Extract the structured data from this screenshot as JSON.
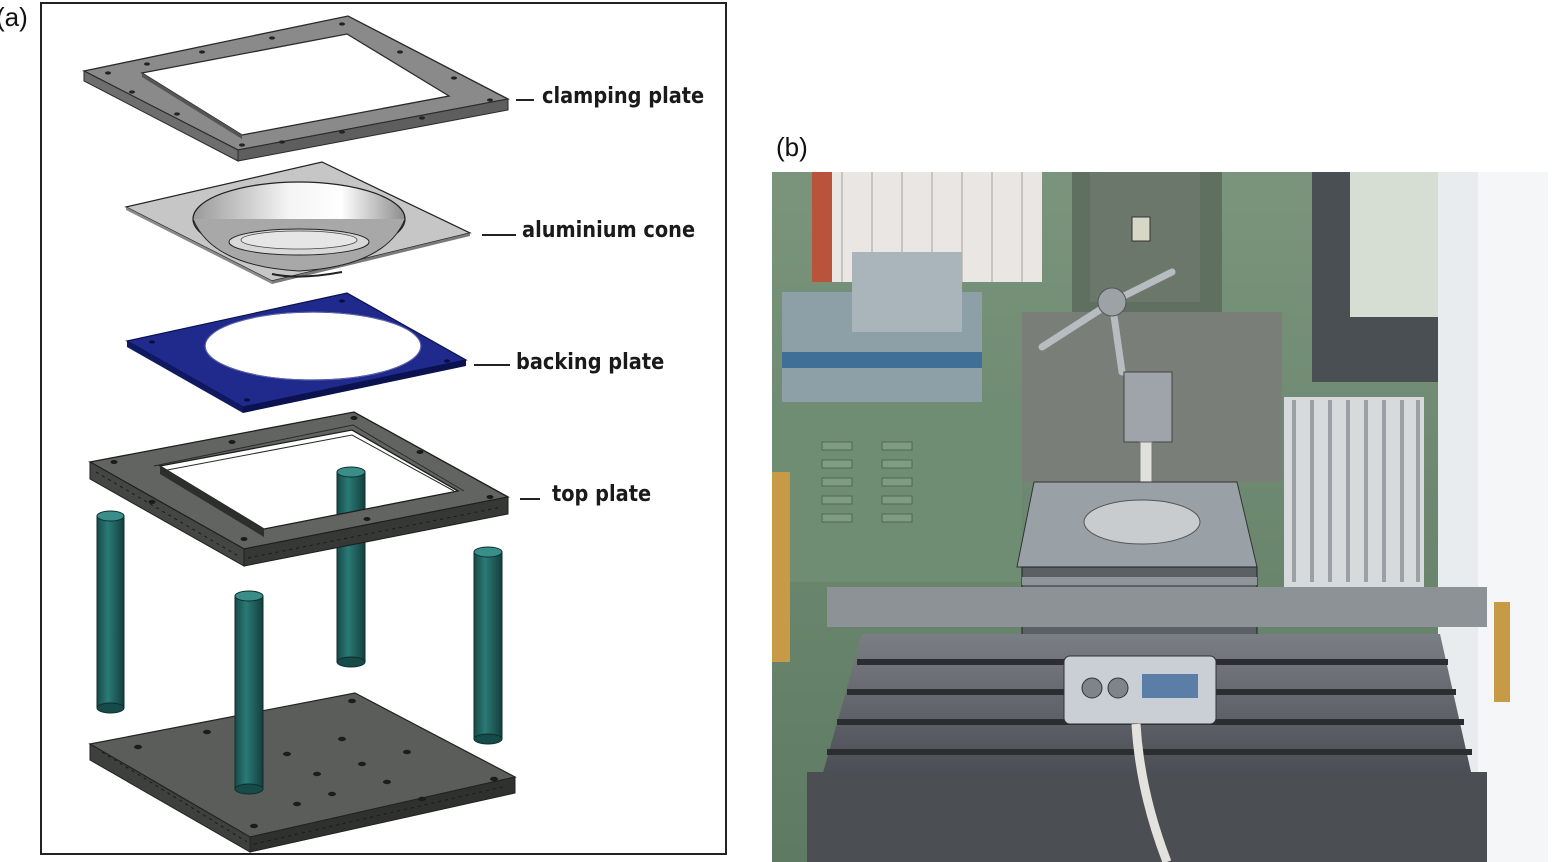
{
  "panels": {
    "a": {
      "letter": "(a)"
    },
    "b": {
      "letter": "(b)"
    }
  },
  "labels": {
    "clamping_plate": "clamping plate",
    "aluminium_cone": "aluminium cone",
    "backing_plate": "backing plate",
    "top_plate": "top plate"
  },
  "colors": {
    "clamping_plate": "#8a8a8a",
    "aluminium_cone": "#c4c4c4",
    "backing_plate": "#1f2a8c",
    "top_plate": "#5a5a5a",
    "columns": "#1d5f5c",
    "base_plate": "#4e504e",
    "machine_green": "#6f8d73"
  }
}
